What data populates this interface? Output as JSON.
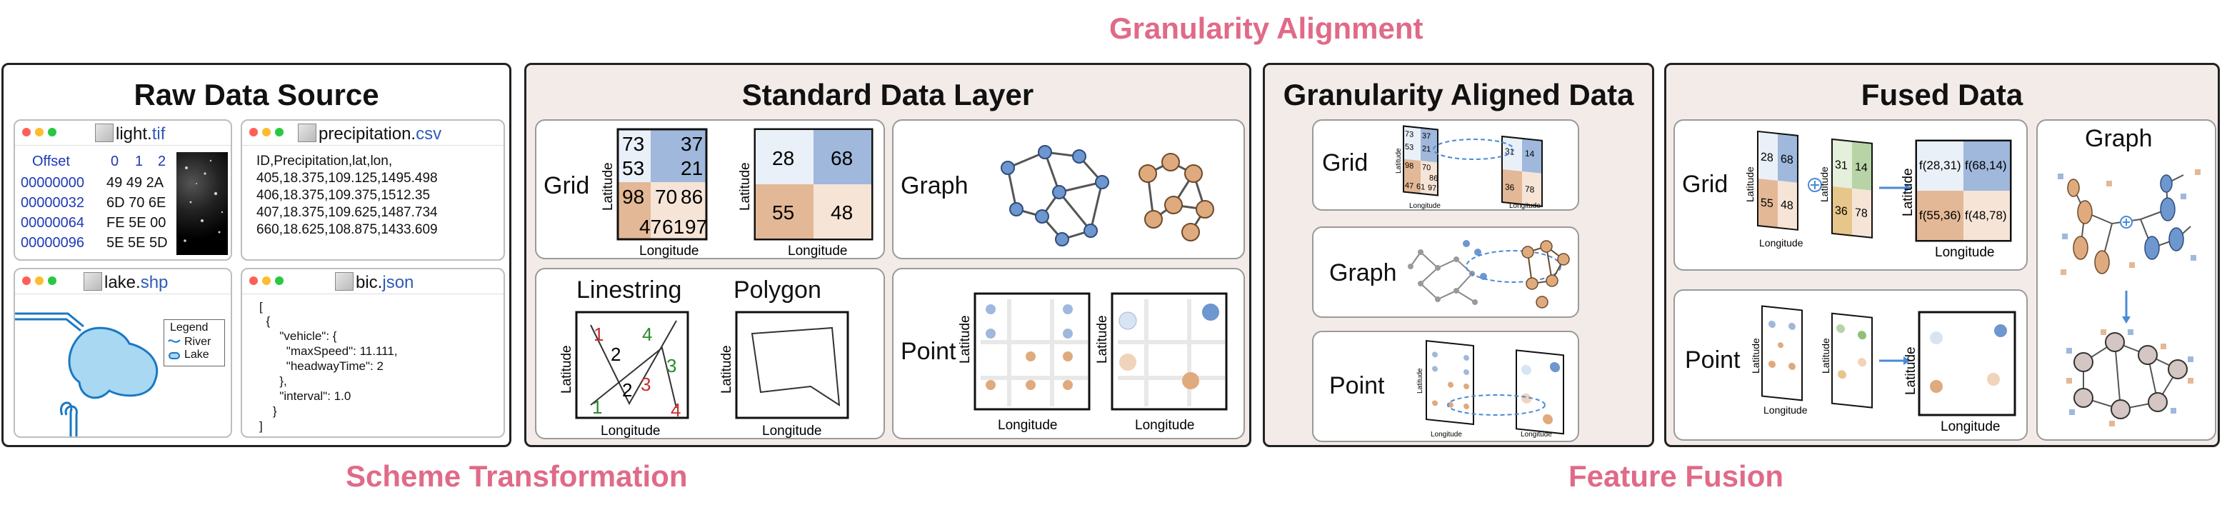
{
  "stages": {
    "granularity_alignment": "Granularity Alignment",
    "scheme_transformation": "Scheme Transformation",
    "feature_fusion": "Feature Fusion"
  },
  "raw": {
    "title": "Raw Data Source",
    "tif": {
      "file": "light.",
      "ext": "tif",
      "header": [
        "Offset",
        "0",
        "1",
        "2"
      ],
      "rows": [
        {
          "offset": "00000000",
          "bytes": "49 49 2A"
        },
        {
          "offset": "00000032",
          "bytes": "6D 70 6E"
        },
        {
          "offset": "00000064",
          "bytes": "FE 5E 00"
        },
        {
          "offset": "00000096",
          "bytes": "5E 5E 5D"
        }
      ]
    },
    "csv": {
      "file": "precipitation.",
      "ext": "csv",
      "lines": [
        "ID,Precipitation,lat,lon,",
        "405,18.375,109.125,1495.498",
        "406,18.375,109.375,1512.35",
        "407,18.375,109.625,1487.734",
        "660,18.625,108.875,1433.609"
      ]
    },
    "shp": {
      "file": "lake.",
      "ext": "shp",
      "legend_title": "Legend",
      "legend_river": "River",
      "legend_lake": "Lake"
    },
    "json": {
      "file": "bic.",
      "ext": "json",
      "lines": [
        "[",
        "  {",
        "      \"vehicle\": {",
        "        \"maxSpeed\": 11.111,",
        "        \"headwayTime\": 2",
        "      },",
        "      \"interval\": 1.0",
        "    }",
        "]"
      ]
    }
  },
  "standard": {
    "title": "Standard Data Layer",
    "grid": {
      "label": "Grid",
      "left_values": [
        "73",
        "37",
        "53",
        "21",
        "98",
        "70",
        "86",
        "47",
        "61",
        "97"
      ],
      "right_values": [
        "28",
        "68",
        "55",
        "48"
      ],
      "xlabel": "Longitude",
      "ylabel": "Latitude"
    },
    "graph": {
      "label": "Graph"
    },
    "linestring": {
      "label": "Linestring",
      "nums": [
        "1",
        "2",
        "3",
        "4",
        "1",
        "2",
        "3",
        "4"
      ],
      "xlabel": "Longitude",
      "ylabel": "Latitude"
    },
    "polygon": {
      "label": "Polygon",
      "xlabel": "Longitude",
      "ylabel": "Latitude"
    },
    "point": {
      "label": "Point",
      "xlabel": "Longitude",
      "ylabel": "Latitude"
    }
  },
  "aligned": {
    "title": "Granularity Aligned Data",
    "grid": {
      "label": "Grid",
      "xlabel": "Longitude",
      "ylabel": "Latitude",
      "small_values": [
        "73",
        "37",
        "53",
        "21",
        "98",
        "70",
        "86",
        "47",
        "61",
        "97"
      ],
      "big_values": [
        "31",
        "14",
        "36",
        "78"
      ]
    },
    "graph": {
      "label": "Graph"
    },
    "point": {
      "label": "Point",
      "xlabel": "Longitude",
      "ylabel": "Latitude"
    }
  },
  "fused": {
    "title": "Fused Data",
    "grid": {
      "label": "Grid",
      "a_values": [
        "28",
        "68",
        "55",
        "48"
      ],
      "b_values": [
        "31",
        "14",
        "36",
        "78"
      ],
      "result": [
        "f(28,31)",
        "f(68,14)",
        "f(55,36)",
        "f(48,78)"
      ],
      "xlabel": "Longitude",
      "ylabel": "Latitude"
    },
    "point": {
      "label": "Point",
      "xlabel": "Longitude",
      "ylabel": "Latitude"
    },
    "graph": {
      "label": "Graph"
    }
  },
  "colors": {
    "accent_pink": "#e06a88",
    "blue_cell": "#9fb8dc",
    "orange_cell": "#e3b896",
    "node_blue": "#6e96cf",
    "node_orange": "#dfaa7d",
    "arrow_blue": "#4a8ad6"
  }
}
